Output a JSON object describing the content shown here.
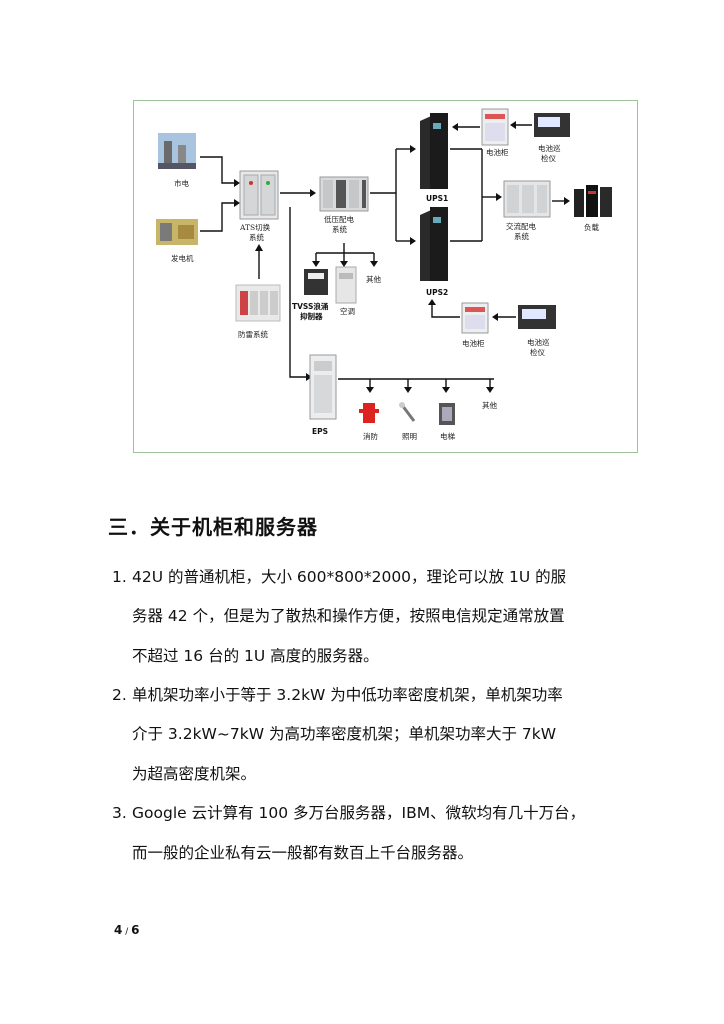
{
  "diagram": {
    "labels": {
      "city_power": "市电",
      "generator": "发电机",
      "ats": "ATS切换\n系统",
      "lightning": "防雷系统",
      "low_voltage": "低压配电\n系统",
      "tvss": "TVSS浪涌\n抑制器",
      "aircon": "空调",
      "other1": "其他",
      "battery_cab1": "电池柜",
      "battery_mon1": "电池巡\n检仪",
      "ups1": "UPS1",
      "ups2": "UPS2",
      "ac_dist": "交流配电\n系统",
      "load": "负载",
      "battery_cab2": "电池柜",
      "battery_mon2": "电池巡\n检仪",
      "eps": "EPS",
      "fire": "消防",
      "lighting": "照明",
      "elevator": "电梯",
      "other2": "其他"
    }
  },
  "section_title": "三．关于机柜和服务器",
  "items": [
    {
      "num": "1.",
      "lines": [
        "42U 的普通机柜，大小 600*800*2000，理论可以放 1U 的服",
        "务器 42 个，但是为了散热和操作方便，按照电信规定通常放置",
        "不超过 16 台的 1U 高度的服务器。"
      ]
    },
    {
      "num": "2.",
      "lines": [
        "单机架功率小于等于 3.2kW 为中低功率密度机架，单机架功率",
        "介于 3.2kW~7kW 为高功率密度机架；单机架功率大于 7kW",
        "为超高密度机架。"
      ]
    },
    {
      "num": "3.",
      "lines": [
        "Google 云计算有 100 多万台服务器，IBM、微软均有几十万台，",
        "而一般的企业私有云一般都有数百上千台服务器。"
      ]
    }
  ],
  "pager": {
    "current": "4",
    "sep": "/",
    "total": "6"
  }
}
